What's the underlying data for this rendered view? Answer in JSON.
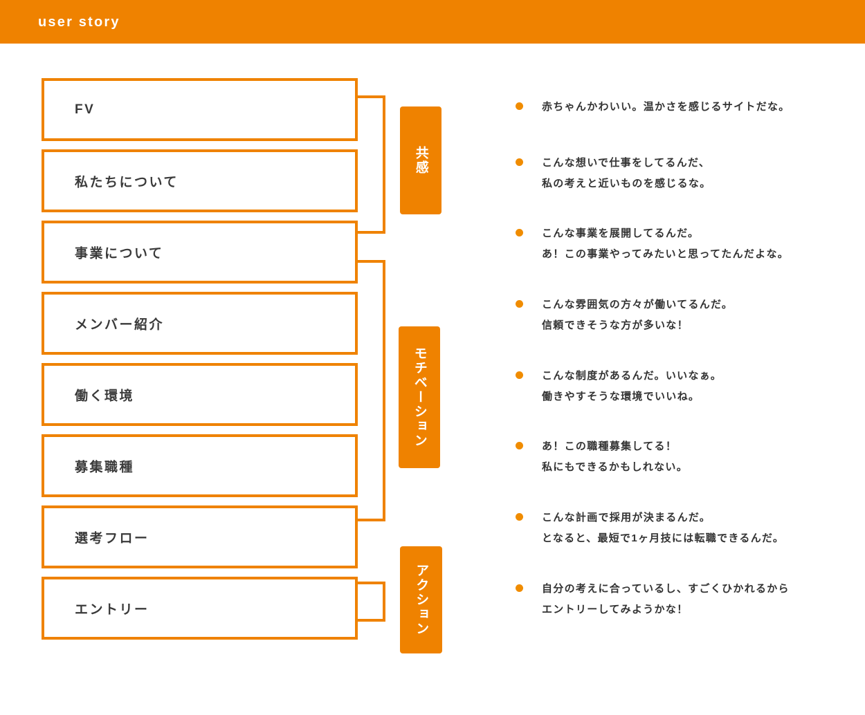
{
  "header": {
    "title": "user story"
  },
  "colors": {
    "accent": "#ef8200",
    "bullet": "#f08c00",
    "text": "#333333",
    "box_text": "#3a3a3a",
    "background": "#ffffff",
    "header_text": "#ffffff"
  },
  "sections": [
    {
      "label": "FV"
    },
    {
      "label": "私たちについて"
    },
    {
      "label": "事業について"
    },
    {
      "label": "メンバー紹介"
    },
    {
      "label": "働く環境"
    },
    {
      "label": "募集職種"
    },
    {
      "label": "選考フロー"
    },
    {
      "label": "エントリー"
    }
  ],
  "phases": [
    {
      "label": "共感"
    },
    {
      "label": "モチベーション"
    },
    {
      "label": "アクション"
    }
  ],
  "stories": [
    {
      "lines": [
        "赤ちゃんかわいい。温かさを感じるサイトだな。"
      ]
    },
    {
      "lines": [
        "こんな想いで仕事をしてるんだ、",
        "私の考えと近いものを感じるな。"
      ]
    },
    {
      "lines": [
        "こんな事業を展開してるんだ。",
        "あ！この事業やってみたいと思ってたんだよな。"
      ]
    },
    {
      "lines": [
        "こんな雰囲気の方々が働いてるんだ。",
        "信頼できそうな方が多いな！"
      ]
    },
    {
      "lines": [
        "こんな制度があるんだ。いいなぁ。",
        "働きやすそうな環境でいいね。"
      ]
    },
    {
      "lines": [
        "あ！この職種募集してる！",
        "私にもできるかもしれない。"
      ]
    },
    {
      "lines": [
        "こんな計画で採用が決まるんだ。",
        "となると、最短で1ヶ月技には転職できるんだ。"
      ]
    },
    {
      "lines": [
        "自分の考えに合っているし、すごくひかれるから",
        "エントリーしてみようかな！"
      ]
    }
  ]
}
